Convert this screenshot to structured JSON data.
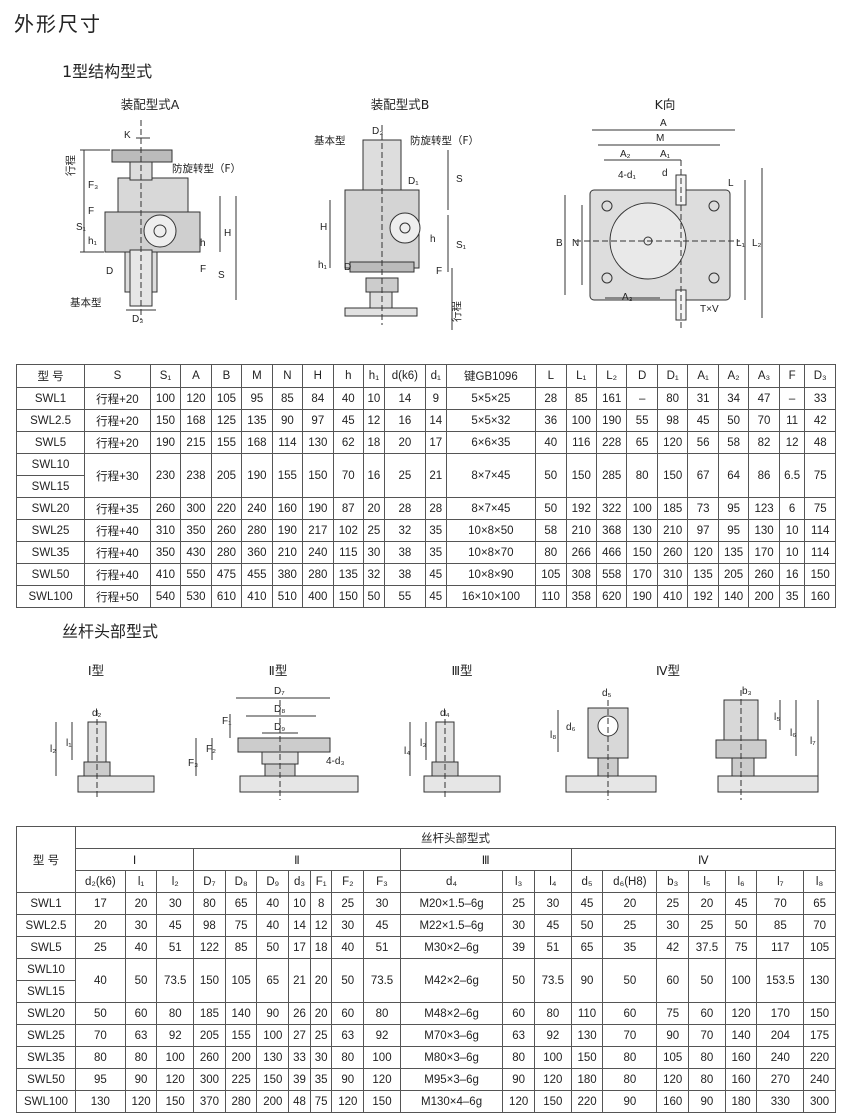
{
  "headings": {
    "page_title": "外形尺寸",
    "structure_title": "1型结构型式",
    "screw_title": "丝杆头部型式"
  },
  "figures_top": {
    "assembly_a": "装配型式A",
    "assembly_b": "装配型式B",
    "k_view": "K向",
    "label_basic": "基本型",
    "label_antirotation": "防旋转型（F）",
    "label_stroke": "行程",
    "label_K": "K",
    "dims_a": [
      "F₃",
      "F",
      "S₁",
      "h₁",
      "D",
      "h",
      "H",
      "F",
      "S",
      "D₃"
    ],
    "dims_b": [
      "D₃",
      "D₁",
      "S",
      "H",
      "h₁",
      "D",
      "h",
      "S₁",
      "F"
    ],
    "dims_k": [
      "A",
      "M",
      "A₂",
      "A₁",
      "4-d₁",
      "d",
      "L",
      "B",
      "N",
      "L₁",
      "L₂",
      "A₃",
      "T×V"
    ]
  },
  "figures_screw": {
    "type1": "Ⅰ型",
    "type2": "Ⅱ型",
    "type3": "Ⅲ型",
    "type4": "Ⅳ型",
    "dims1": [
      "d₂",
      "l₁",
      "l₂"
    ],
    "dims2": [
      "D₇",
      "D₈",
      "D₉",
      "F₁",
      "F₂",
      "F₃",
      "4-d₃"
    ],
    "dims3": [
      "d₄",
      "l₃",
      "l₄"
    ],
    "dims4": [
      "d₅",
      "d₆",
      "l₈",
      "b₃",
      "l₅",
      "l₆",
      "l₇"
    ]
  },
  "table1": {
    "headers": [
      "型 号",
      "S",
      "S₁",
      "A",
      "B",
      "M",
      "N",
      "H",
      "h",
      "h₁",
      "d(k6)",
      "d₁",
      "键GB1096",
      "L",
      "L₁",
      "L₂",
      "D",
      "D₁",
      "A₁",
      "A₂",
      "A₃",
      "F",
      "D₃"
    ],
    "rows": [
      [
        "SWL1",
        "行程+20",
        "100",
        "120",
        "105",
        "95",
        "85",
        "84",
        "40",
        "10",
        "14",
        "9",
        "5×5×25",
        "28",
        "85",
        "161",
        "–",
        "80",
        "31",
        "34",
        "47",
        "–",
        "33"
      ],
      [
        "SWL2.5",
        "行程+20",
        "150",
        "168",
        "125",
        "135",
        "90",
        "97",
        "45",
        "12",
        "16",
        "14",
        "5×5×32",
        "36",
        "100",
        "190",
        "55",
        "98",
        "45",
        "50",
        "70",
        "11",
        "42"
      ],
      [
        "SWL5",
        "行程+20",
        "190",
        "215",
        "155",
        "168",
        "114",
        "130",
        "62",
        "18",
        "20",
        "17",
        "6×6×35",
        "40",
        "116",
        "228",
        "65",
        "120",
        "56",
        "58",
        "82",
        "12",
        "48"
      ],
      [
        "SWL10",
        "行程+30",
        "230",
        "238",
        "205",
        "190",
        "155",
        "150",
        "70",
        "16",
        "25",
        "21",
        "8×7×45",
        "50",
        "150",
        "285",
        "80",
        "150",
        "67",
        "64",
        "86",
        "6.5",
        "75"
      ],
      [
        "SWL20",
        "行程+35",
        "260",
        "300",
        "220",
        "240",
        "160",
        "190",
        "87",
        "20",
        "28",
        "28",
        "8×7×45",
        "50",
        "192",
        "322",
        "100",
        "185",
        "73",
        "95",
        "123",
        "6",
        "75"
      ],
      [
        "SWL25",
        "行程+40",
        "310",
        "350",
        "260",
        "280",
        "190",
        "217",
        "102",
        "25",
        "32",
        "35",
        "10×8×50",
        "58",
        "210",
        "368",
        "130",
        "210",
        "97",
        "95",
        "130",
        "10",
        "114"
      ],
      [
        "SWL35",
        "行程+40",
        "350",
        "430",
        "280",
        "360",
        "210",
        "240",
        "115",
        "30",
        "38",
        "35",
        "10×8×70",
        "80",
        "266",
        "466",
        "150",
        "260",
        "120",
        "135",
        "170",
        "10",
        "114"
      ],
      [
        "SWL50",
        "行程+40",
        "410",
        "550",
        "475",
        "455",
        "380",
        "280",
        "135",
        "32",
        "38",
        "45",
        "10×8×90",
        "105",
        "308",
        "558",
        "170",
        "310",
        "135",
        "205",
        "260",
        "16",
        "150"
      ],
      [
        "SWL100",
        "行程+50",
        "540",
        "530",
        "610",
        "410",
        "510",
        "400",
        "150",
        "50",
        "55",
        "45",
        "16×10×100",
        "110",
        "358",
        "620",
        "190",
        "410",
        "192",
        "140",
        "200",
        "35",
        "160"
      ]
    ],
    "merged_model": "SWL15"
  },
  "table2": {
    "model_header": "型 号",
    "group_header": "丝杆头部型式",
    "groups": [
      "Ⅰ",
      "Ⅱ",
      "Ⅲ",
      "Ⅳ"
    ],
    "subheaders": [
      "d₂(k6)",
      "l₁",
      "l₂",
      "D₇",
      "D₈",
      "D₉",
      "d₃",
      "F₁",
      "F₂",
      "F₃",
      "d₄",
      "l₃",
      "l₄",
      "d₅",
      "d₆(H8)",
      "b₃",
      "l₅",
      "l₆",
      "l₇",
      "l₈"
    ],
    "rows": [
      [
        "SWL1",
        "17",
        "20",
        "30",
        "80",
        "65",
        "40",
        "10",
        "8",
        "25",
        "30",
        "M20×1.5–6g",
        "25",
        "30",
        "45",
        "20",
        "25",
        "20",
        "45",
        "70",
        "65"
      ],
      [
        "SWL2.5",
        "20",
        "30",
        "45",
        "98",
        "75",
        "40",
        "14",
        "12",
        "30",
        "45",
        "M22×1.5–6g",
        "30",
        "45",
        "50",
        "25",
        "30",
        "25",
        "50",
        "85",
        "70"
      ],
      [
        "SWL5",
        "25",
        "40",
        "51",
        "122",
        "85",
        "50",
        "17",
        "18",
        "40",
        "51",
        "M30×2–6g",
        "39",
        "51",
        "65",
        "35",
        "42",
        "37.5",
        "75",
        "117",
        "105"
      ],
      [
        "SWL10",
        "40",
        "50",
        "73.5",
        "150",
        "105",
        "65",
        "21",
        "20",
        "50",
        "73.5",
        "M42×2–6g",
        "50",
        "73.5",
        "90",
        "50",
        "60",
        "50",
        "100",
        "153.5",
        "130"
      ],
      [
        "SWL20",
        "50",
        "60",
        "80",
        "185",
        "140",
        "90",
        "26",
        "20",
        "60",
        "80",
        "M48×2–6g",
        "60",
        "80",
        "110",
        "60",
        "75",
        "60",
        "120",
        "170",
        "150"
      ],
      [
        "SWL25",
        "70",
        "63",
        "92",
        "205",
        "155",
        "100",
        "27",
        "25",
        "63",
        "92",
        "M70×3–6g",
        "63",
        "92",
        "130",
        "70",
        "90",
        "70",
        "140",
        "204",
        "175"
      ],
      [
        "SWL35",
        "80",
        "80",
        "100",
        "260",
        "200",
        "130",
        "33",
        "30",
        "80",
        "100",
        "M80×3–6g",
        "80",
        "100",
        "150",
        "80",
        "105",
        "80",
        "160",
        "240",
        "220"
      ],
      [
        "SWL50",
        "95",
        "90",
        "120",
        "300",
        "225",
        "150",
        "39",
        "35",
        "90",
        "120",
        "M95×3–6g",
        "90",
        "120",
        "180",
        "80",
        "120",
        "80",
        "160",
        "270",
        "240"
      ],
      [
        "SWL100",
        "130",
        "120",
        "150",
        "370",
        "280",
        "200",
        "48",
        "75",
        "120",
        "150",
        "M130×4–6g",
        "120",
        "150",
        "220",
        "90",
        "160",
        "90",
        "180",
        "330",
        "300"
      ]
    ],
    "merged_model": "SWL15"
  }
}
